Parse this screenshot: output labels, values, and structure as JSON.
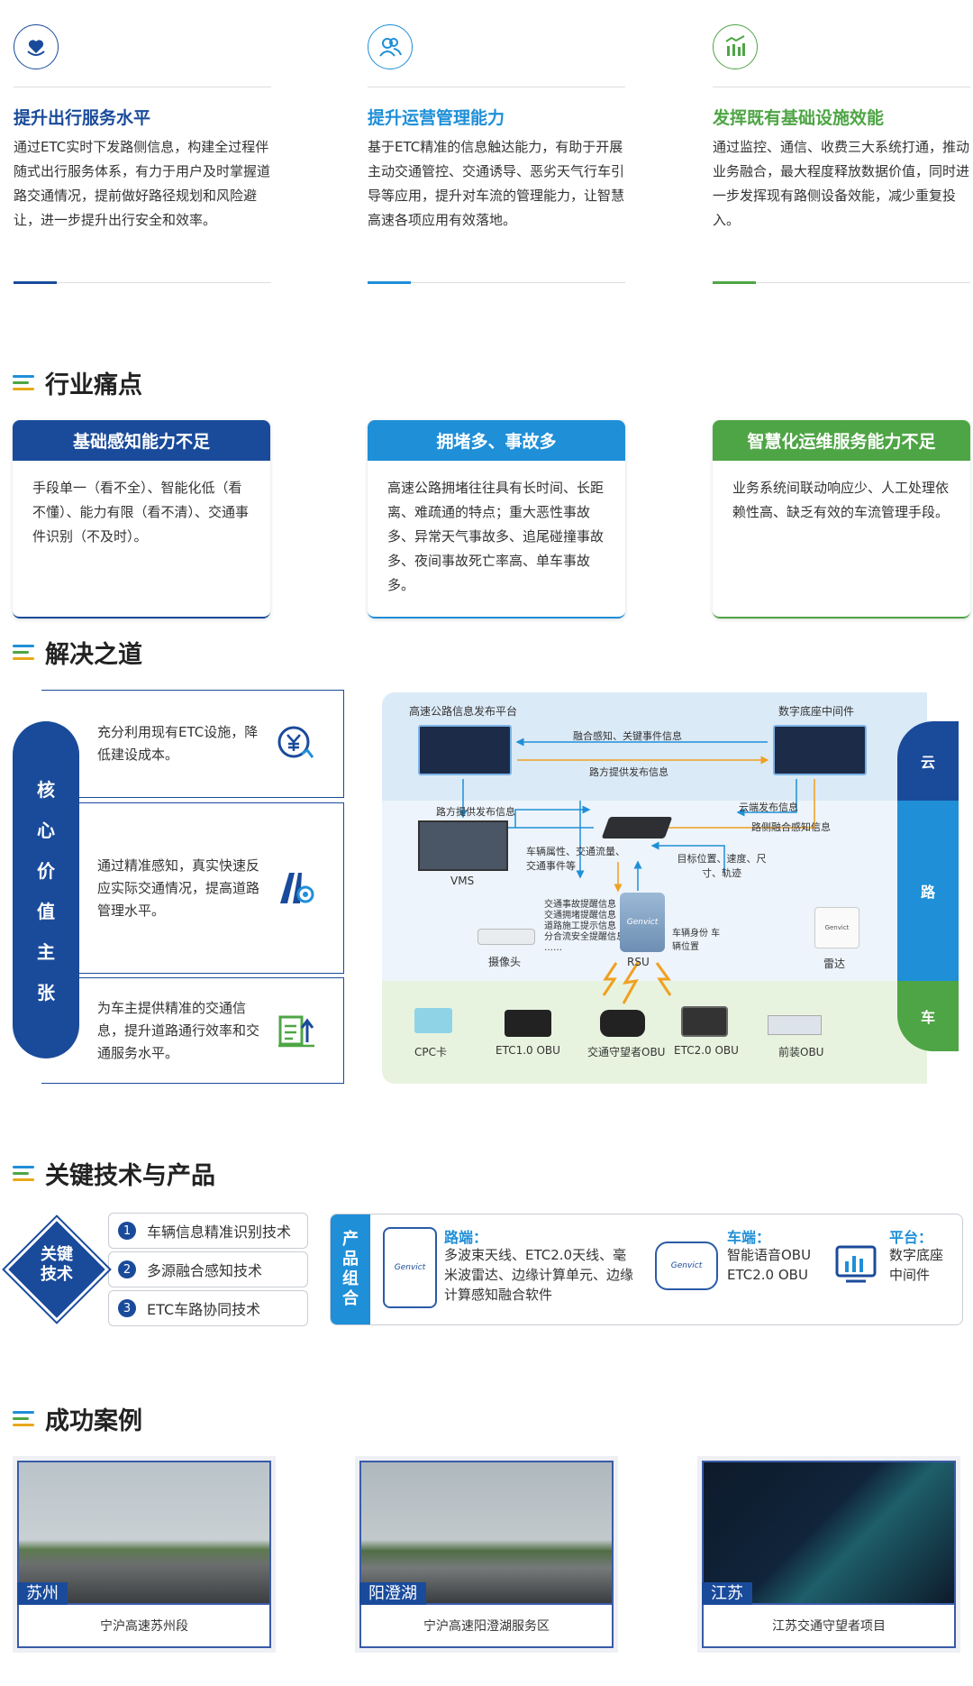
{
  "features": [
    {
      "icon": "heart-hand-icon",
      "title": "提升出行服务水平",
      "body": "通过ETC实时下发路侧信息，构建全过程伴随式出行服务体系，有力于用户及时掌握道路交通情况，提前做好路径规划和风险避让，进一步提升出行安全和效率。",
      "color": "#1a4b9b"
    },
    {
      "icon": "users-icon",
      "title": "提升运营管理能力",
      "body": "基于ETC精准的信息触达能力，有助于开展主动交通管控、交通诱导、恶劣天气行车引导等应用，提升对车流的管理能力，让智慧高速各项应用有效落地。",
      "color": "#1f8fd8"
    },
    {
      "icon": "bar-chart-icon",
      "title": "发挥既有基础设施效能",
      "body": "通过监控、通信、收费三大系统打通，推动业务融合，最大程度释放数据价值，同时进一步发挥现有路侧设备效能，减少重复投入。",
      "color": "#4ea545"
    }
  ],
  "sections": {
    "pain": "行业痛点",
    "solution": "解决之道",
    "tech": "关键技术与产品",
    "cases": "成功案例"
  },
  "pain_points": [
    {
      "title": "基础感知能力不足",
      "body": "手段单一（看不全）、智能化低（看不懂）、能力有限（看不清）、交通事件识别（不及时）。",
      "color": "#1a4b9b"
    },
    {
      "title": "拥堵多、事故多",
      "body": "高速公路拥堵往往具有长时间、长距离、难疏通的特点；重大恶性事故多、异常天气事故多、追尾碰撞事故多、夜间事故死亡率高、单车事故多。",
      "color": "#1f8fd8"
    },
    {
      "title": "智慧化运维服务能力不足",
      "body": "业务系统间联动响应少、人工处理依赖性高、缺乏有效的车流管理手段。",
      "color": "#4ea545"
    }
  ],
  "core": {
    "label": [
      "核",
      "心",
      "价",
      "值",
      "主",
      "张"
    ],
    "values": [
      {
        "text": "充分利用现有ETC设施，降低建设成本。",
        "icon": "yuan-down-icon"
      },
      {
        "text": "通过精准感知，真实快速反应实际交通情况，提高道路管理水平。",
        "icon": "road-gear-icon"
      },
      {
        "text": "为车主提供精准的交通信息，提升道路通行效率和交通服务水平。",
        "icon": "doc-up-icon"
      }
    ]
  },
  "diagram": {
    "sides": [
      "云",
      "路",
      "车"
    ],
    "platform_left": "高速公路信息发布平台",
    "platform_right": "数字底座中间件",
    "arrow1": "融合感知、关键事件信息",
    "arrow2": "路方提供发布信息",
    "arrow3": "路方提供发布信息",
    "arrow4": "云端发布信息",
    "arrow5": "路侧融合感知信息",
    "vms": "VMS",
    "vehicle_attr": "车辆属性、交通流量、交通事件等",
    "target": "目标位置、速度、尺寸、轨迹",
    "alerts": [
      "交通事故提醒信息",
      "交通拥堵提醒信息",
      "道路施工提示信息",
      "分合流安全提醒信息",
      "……"
    ],
    "vehicle_id": "车辆身份 车辆位置",
    "rsu": "RSU",
    "camera": "摄像头",
    "radar": "雷达",
    "brand": "Genvict",
    "devices": [
      "CPC卡",
      "ETC1.0 OBU",
      "交通守望者OBU",
      "ETC2.0 OBU",
      "前装OBU"
    ]
  },
  "tech": {
    "badge": "关键技术",
    "items": [
      "车辆信息精准识别技术",
      "多源融合感知技术",
      "ETC车路协同技术"
    ],
    "combo_label": "产品组合",
    "road_title": "路端：",
    "road_body": "多波束天线、ETC2.0天线、毫米波雷达、边缘计算单元、边缘计算感知融合软件",
    "car_title": "车端：",
    "car_body": "智能语音OBU ETC2.0 OBU",
    "platform_title": "平台：",
    "platform_body": "数字底座 中间件",
    "brand": "Genvict"
  },
  "cases": [
    {
      "tag": "苏州",
      "caption": "宁沪高速苏州段"
    },
    {
      "tag": "阳澄湖",
      "caption": "宁沪高速阳澄湖服务区"
    },
    {
      "tag": "江苏",
      "caption": "江苏交通守望者项目"
    }
  ]
}
